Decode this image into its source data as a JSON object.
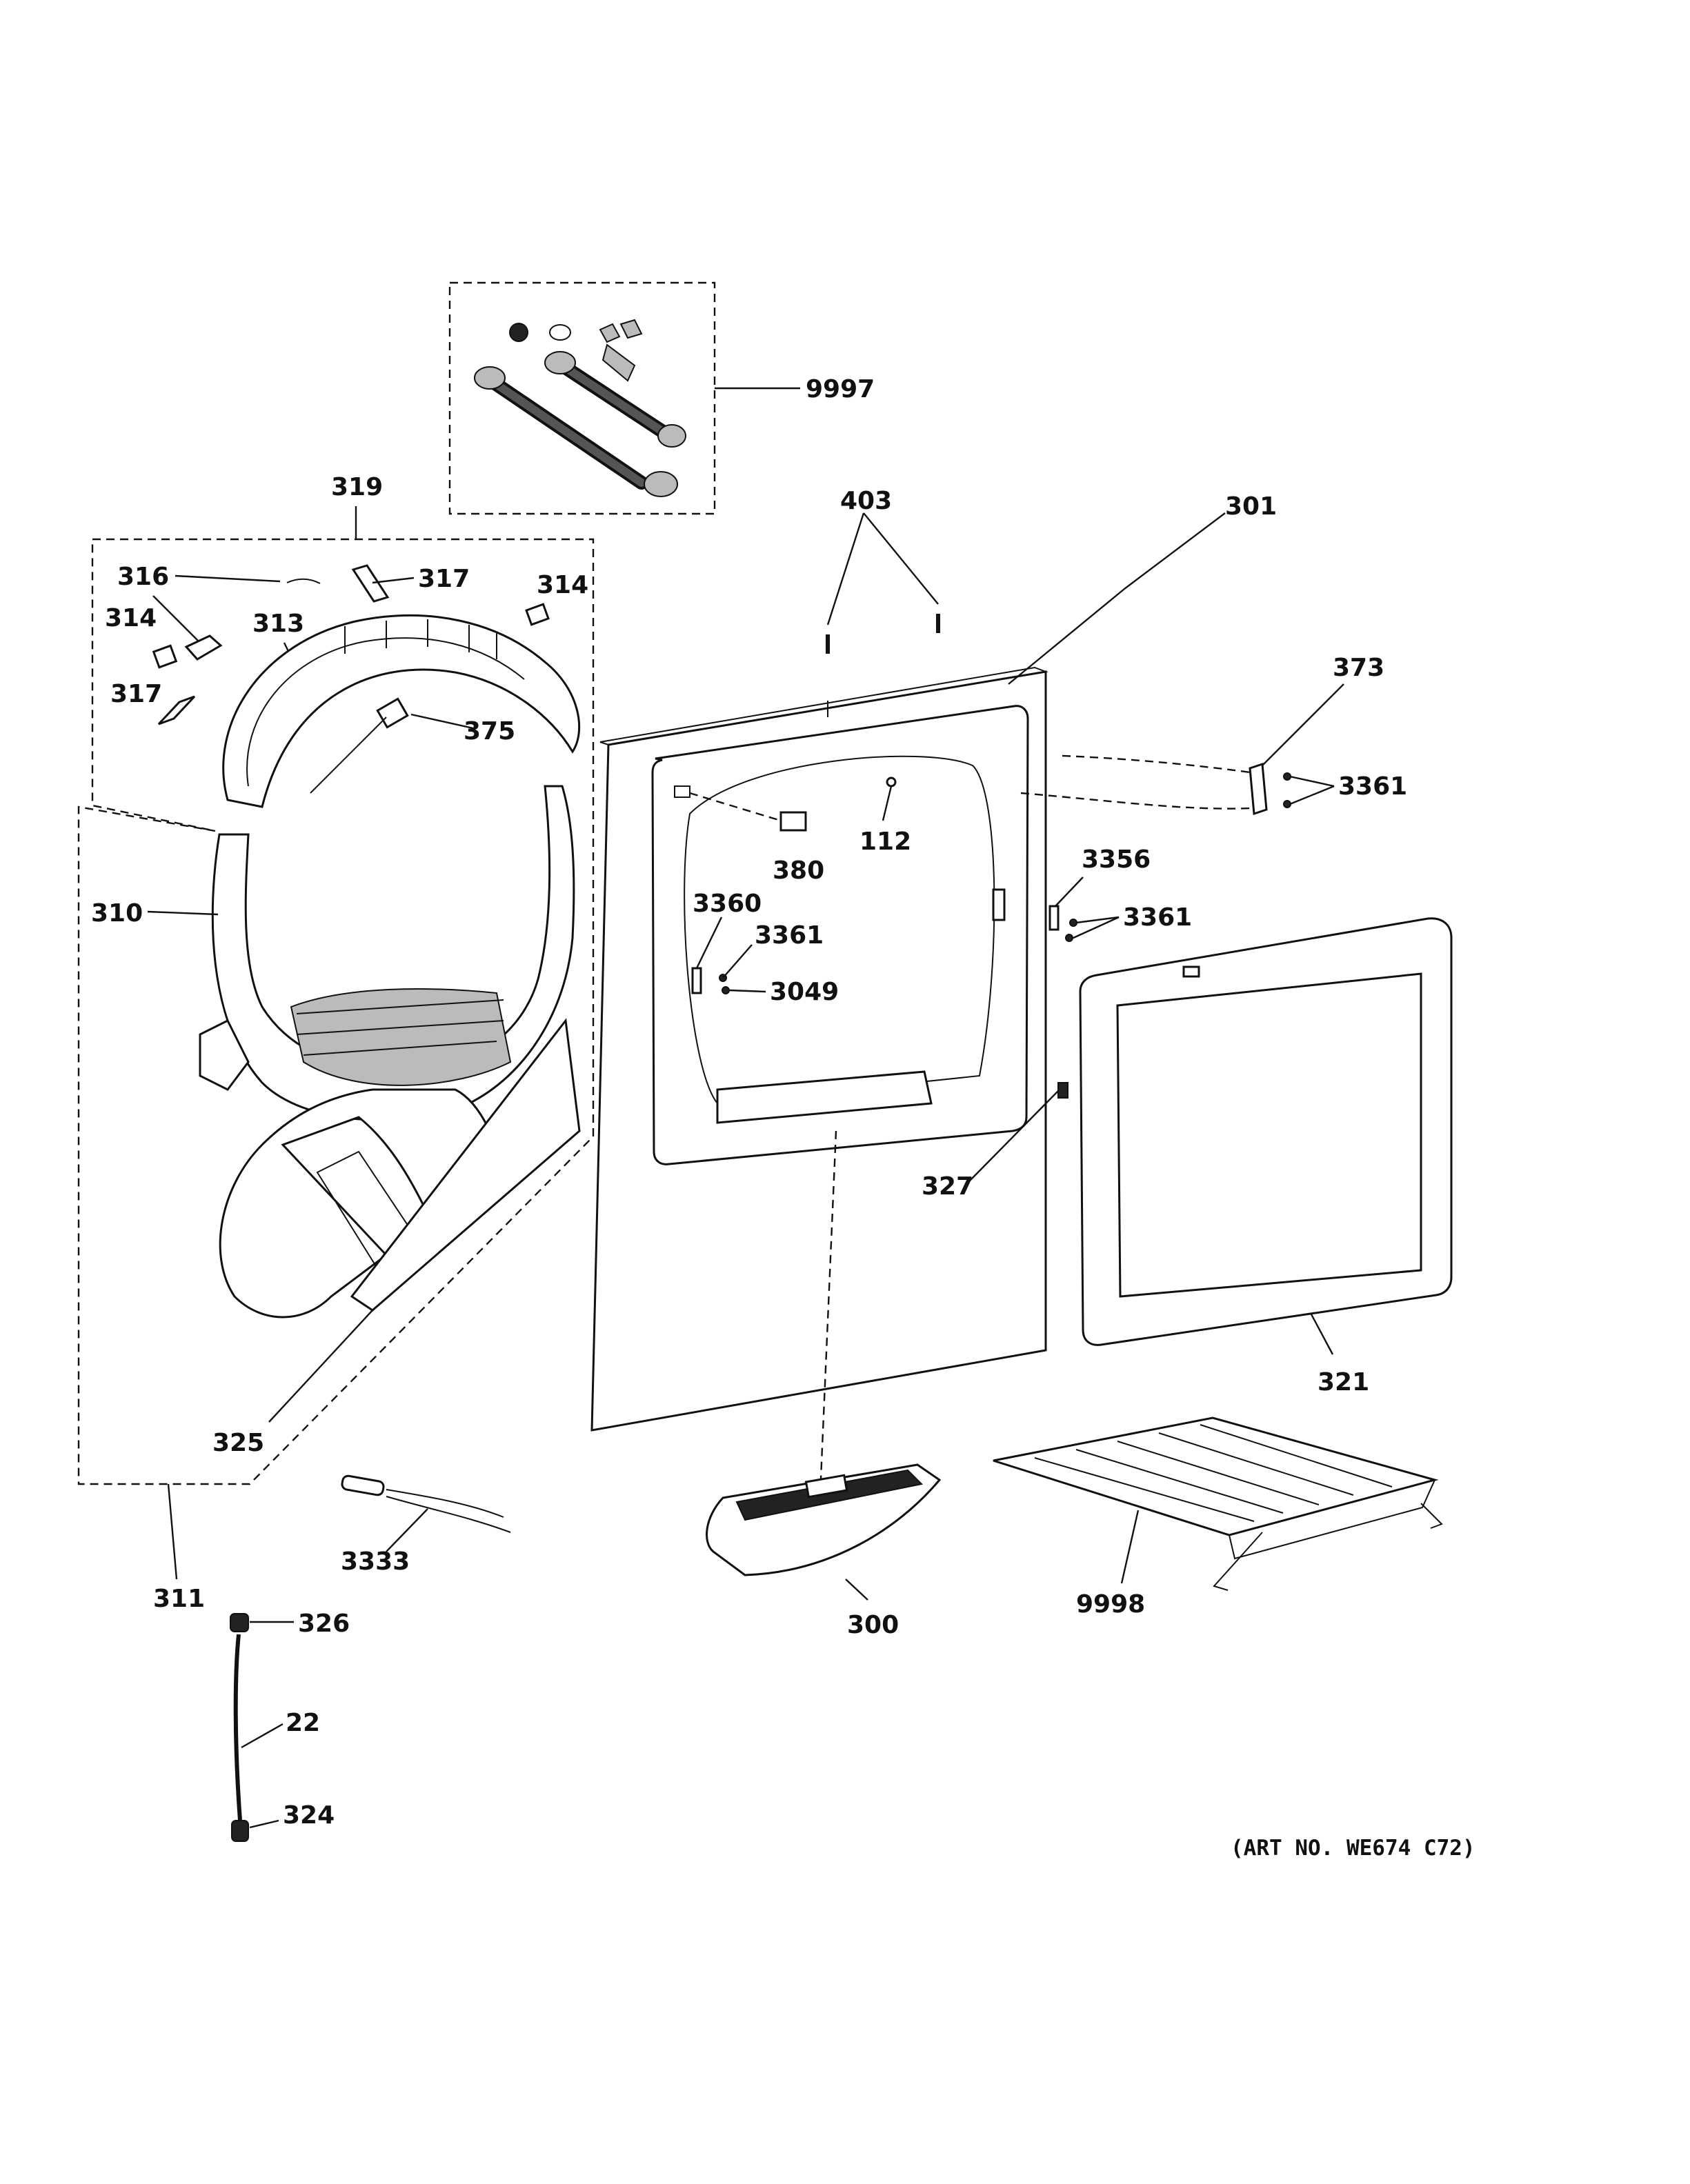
{
  "callouts": [
    {
      "id": "9997",
      "text": "9997"
    },
    {
      "id": "319",
      "text": "319"
    },
    {
      "id": "316",
      "text": "316"
    },
    {
      "id": "317a",
      "text": "317"
    },
    {
      "id": "314a",
      "text": "314"
    },
    {
      "id": "314b",
      "text": "314"
    },
    {
      "id": "313",
      "text": "313"
    },
    {
      "id": "317b",
      "text": "317"
    },
    {
      "id": "375",
      "text": "375"
    },
    {
      "id": "403",
      "text": "403"
    },
    {
      "id": "301",
      "text": "301"
    },
    {
      "id": "373",
      "text": "373"
    },
    {
      "id": "3361a",
      "text": "3361"
    },
    {
      "id": "380",
      "text": "380"
    },
    {
      "id": "112",
      "text": "112"
    },
    {
      "id": "3356",
      "text": "3356"
    },
    {
      "id": "3361b",
      "text": "3361"
    },
    {
      "id": "310",
      "text": "310"
    },
    {
      "id": "3360",
      "text": "3360"
    },
    {
      "id": "3361c",
      "text": "3361"
    },
    {
      "id": "3049",
      "text": "3049"
    },
    {
      "id": "327",
      "text": "327"
    },
    {
      "id": "321",
      "text": "321"
    },
    {
      "id": "325",
      "text": "325"
    },
    {
      "id": "3333",
      "text": "3333"
    },
    {
      "id": "300",
      "text": "300"
    },
    {
      "id": "9998",
      "text": "9998"
    },
    {
      "id": "311",
      "text": "311"
    },
    {
      "id": "326",
      "text": "326"
    },
    {
      "id": "22",
      "text": "22"
    },
    {
      "id": "324",
      "text": "324"
    }
  ],
  "art_number": "(ART NO. WE674 C72)"
}
